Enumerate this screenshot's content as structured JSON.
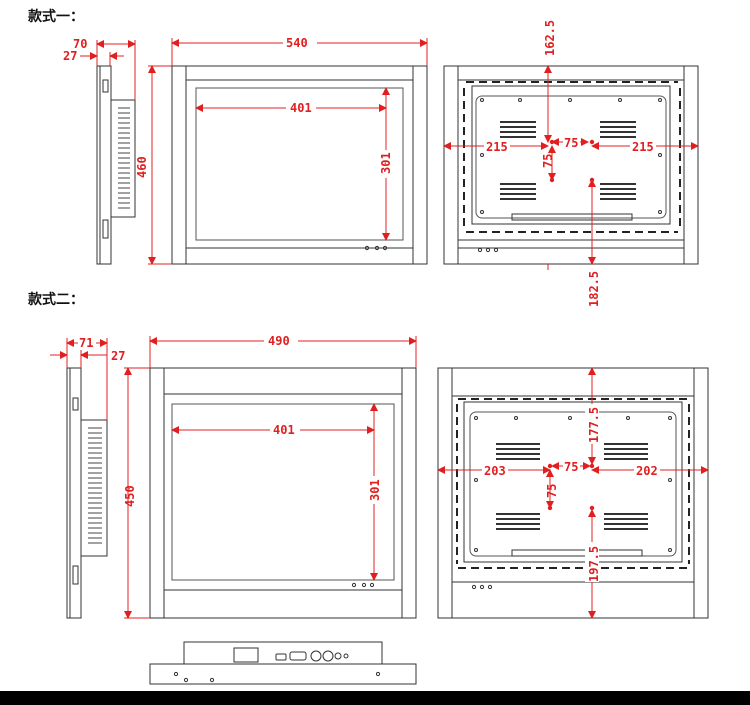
{
  "style1": {
    "title": "款式一：",
    "side": {
      "depth": "70",
      "bezel": "27"
    },
    "front": {
      "width": "540",
      "height": "460",
      "screen_width": "401",
      "screen_height": "301"
    },
    "back": {
      "top_offset": "162.5",
      "bottom_offset": "182.5",
      "left_offset": "215",
      "right_offset": "215",
      "vesa_h": "75",
      "vesa_v": "75"
    }
  },
  "style2": {
    "title": "款式二：",
    "side": {
      "depth": "71",
      "bezel": "27"
    },
    "front": {
      "width": "490",
      "height": "450",
      "screen_width": "401",
      "screen_height": "301"
    },
    "back": {
      "top_offset": "177.5",
      "bottom_offset": "197.5",
      "left_offset": "203",
      "right_offset": "202",
      "vesa_h": "75",
      "vesa_v": "75"
    }
  },
  "colors": {
    "dimension": "#e02020",
    "outline": "#333333"
  }
}
